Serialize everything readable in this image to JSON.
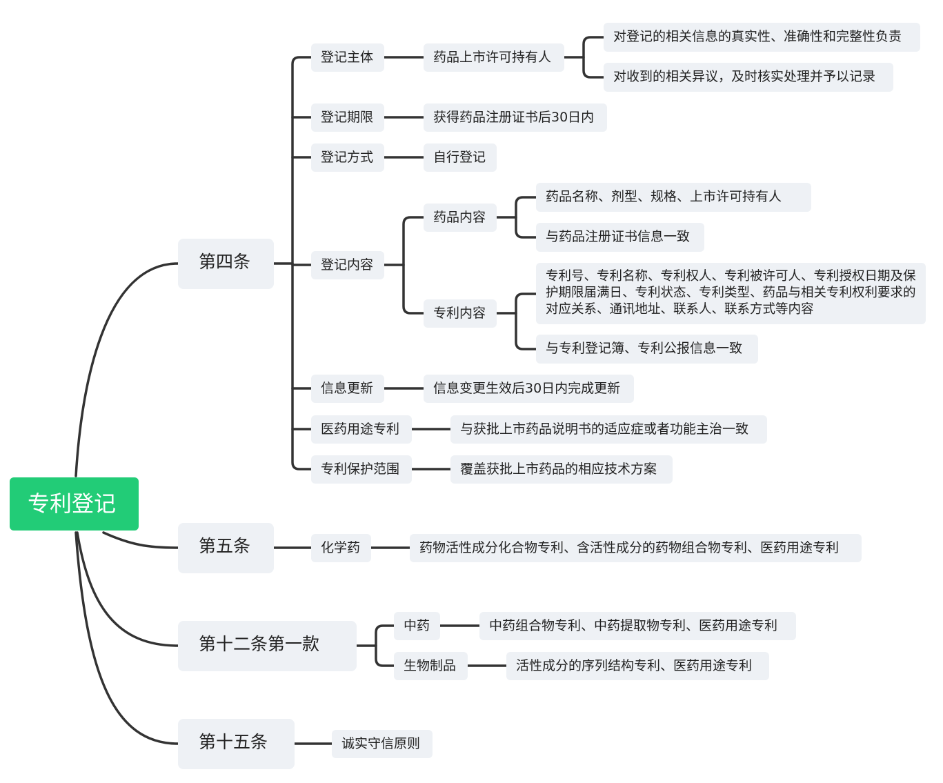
{
  "root": "专利登记",
  "art4": {
    "label": "第四条",
    "subject": {
      "label": "登记主体",
      "holder": "药品上市许可持有人",
      "duties": [
        "对登记的相关信息的真实性、准确性和完整性负责",
        "对收到的相关异议，及时核实处理并予以记录"
      ]
    },
    "deadline": {
      "label": "登记期限",
      "value": "获得药品注册证书后30日内"
    },
    "method": {
      "label": "登记方式",
      "value": "自行登记"
    },
    "content": {
      "label": "登记内容",
      "drug": {
        "label": "药品内容",
        "items": [
          "药品名称、剂型、规格、上市许可持有人",
          "与药品注册证书信息一致"
        ]
      },
      "patent": {
        "label": "专利内容",
        "items": [
          "专利号、专利名称、专利权人、专利被许可人、专利授权日期及保护期限届满日、专利状态、专利类型、药品与相关专利权利要求的对应关系、通讯地址、联系人、联系方式等内容",
          "与专利登记簿、专利公报信息一致"
        ]
      }
    },
    "update": {
      "label": "信息更新",
      "value": "信息变更生效后30日内完成更新"
    },
    "medical_use": {
      "label": "医药用途专利",
      "value": "与获批上市药品说明书的适应症或者功能主治一致"
    },
    "scope": {
      "label": "专利保护范围",
      "value": "覆盖获批上市药品的相应技术方案"
    }
  },
  "art5": {
    "label": "第五条",
    "chem": {
      "label": "化学药",
      "value": "药物活性成分化合物专利、含活性成分的药物组合物专利、医药用途专利"
    }
  },
  "art12": {
    "label": "第十二条第一款",
    "tcm": {
      "label": "中药",
      "value": "中药组合物专利、中药提取物专利、医药用途专利"
    },
    "bio": {
      "label": "生物制品",
      "value": "活性成分的序列结构专利、医药用途专利"
    }
  },
  "art15": {
    "label": "第十五条",
    "value": "诚实守信原则"
  },
  "colors": {
    "root": "#22cc77",
    "node": "#eef1f5",
    "edge": "#333333"
  }
}
